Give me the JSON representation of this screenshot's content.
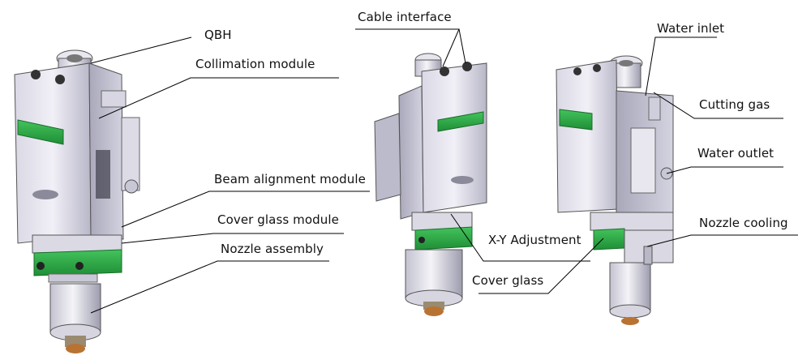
{
  "labels": {
    "qbh": "QBH",
    "collimation_module": "Collimation module",
    "beam_alignment_module": "Beam alignment module",
    "cover_glass_module": "Cover glass module",
    "nozzle_assembly": "Nozzle assembly",
    "cable_interface": "Cable interface",
    "xy_adjustment": "X-Y Adjustment",
    "cover_glass": "Cover glass",
    "water_inlet": "Water inlet",
    "cutting_gas": "Cutting gas",
    "water_outlet": "Water outlet",
    "nozzle_cooling": "Nozzle cooling"
  },
  "colors": {
    "body_light": "#ecebf3",
    "body_mid": "#c9c8d6",
    "body_dark": "#8f8ea0",
    "accent_green": "#2fb34a",
    "nozzle_tip": "#b87333",
    "line": "#000000"
  }
}
